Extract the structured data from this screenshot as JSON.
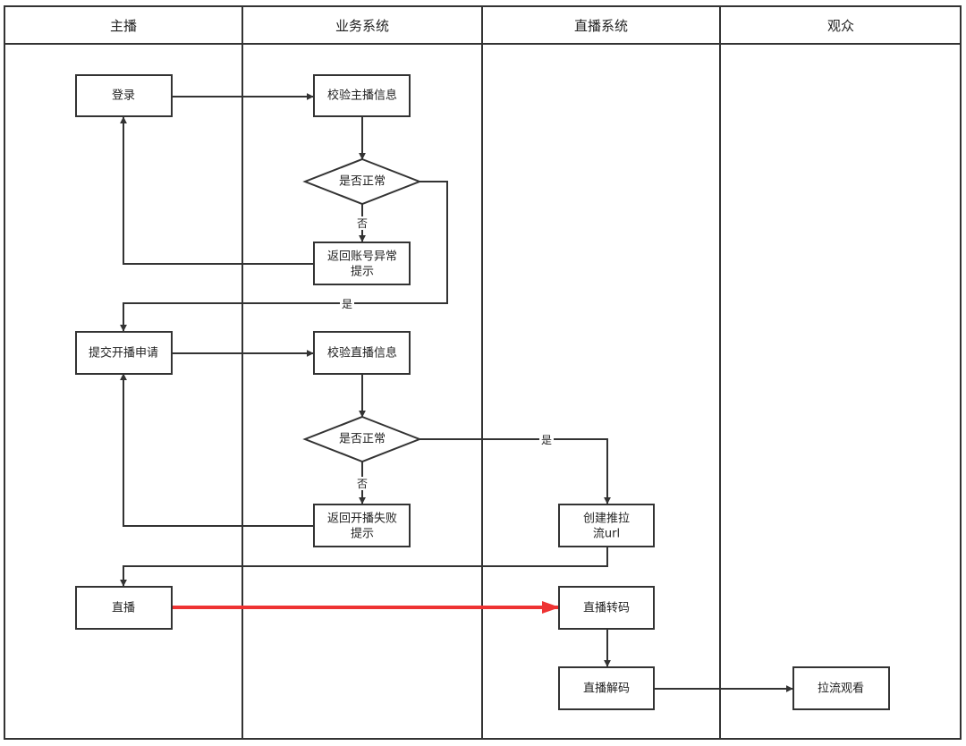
{
  "lanes": [
    "主播",
    "业务系统",
    "直播系统",
    "观众"
  ],
  "nodes": {
    "login": [
      "登录"
    ],
    "verify_anchor": [
      "校验主播信息"
    ],
    "check1": [
      "是否正常"
    ],
    "err_account": [
      "返回账号异常",
      "提示"
    ],
    "submit": [
      "提交开播申请"
    ],
    "verify_live": [
      "校验直播信息"
    ],
    "check2": [
      "是否正常"
    ],
    "err_live": [
      "返回开播失败",
      "提示"
    ],
    "create_url": [
      "创建推拉",
      "流url"
    ],
    "live": [
      "直播"
    ],
    "transcode": [
      "直播转码"
    ],
    "decode": [
      "直播解码"
    ],
    "pull": [
      "拉流观看"
    ]
  },
  "edge_labels": {
    "no1": "否",
    "yes1": "是",
    "yes2": "是",
    "no2": "否"
  },
  "colors": {
    "stroke": "#333333",
    "highlight": "#ee3333",
    "text": "#222222"
  }
}
